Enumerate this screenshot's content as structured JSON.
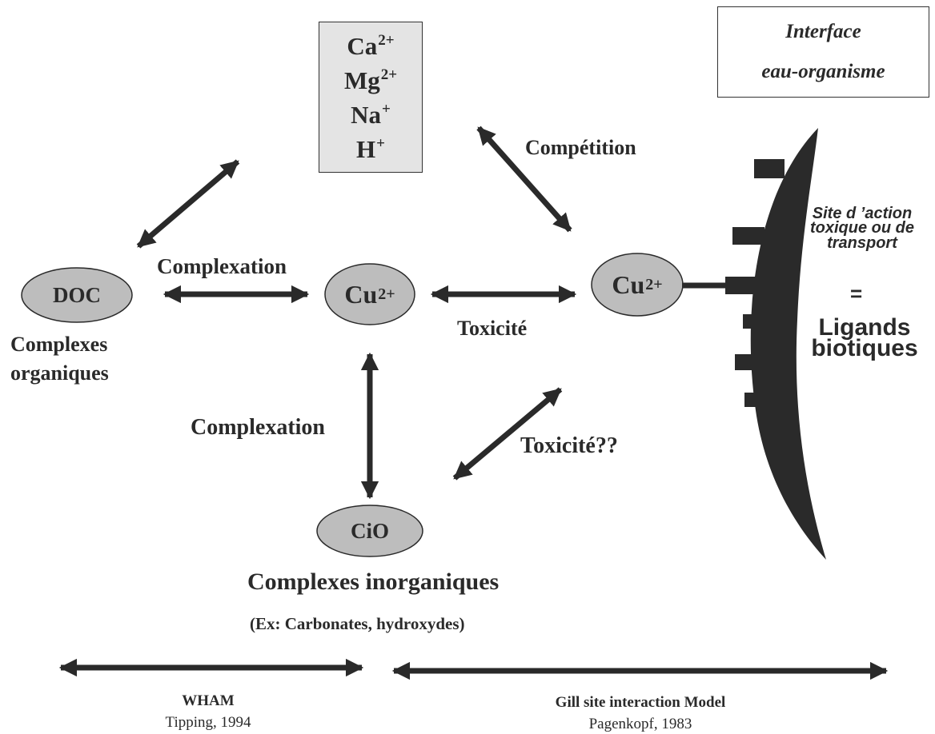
{
  "ions": {
    "ca": {
      "symbol": "Ca",
      "charge": "2+"
    },
    "mg": {
      "symbol": "Mg",
      "charge": "2+"
    },
    "na": {
      "symbol": "Na",
      "charge": "+"
    },
    "h": {
      "symbol": "H",
      "charge": "+"
    }
  },
  "interface": {
    "line1": "Interface",
    "line2": "eau-organisme"
  },
  "labels": {
    "competition": "Compétition",
    "complexation_top": "Complexation",
    "complexation_left": "Complexation",
    "toxicite": "Toxicité",
    "toxicite_q": "Toxicité??"
  },
  "nodes": {
    "doc": "DOC",
    "cu_free": {
      "symbol": "Cu",
      "charge": "2+"
    },
    "cu_bound": {
      "symbol": "Cu",
      "charge": "2+"
    },
    "cio": "CiO"
  },
  "captions": {
    "organic_1": "Complexes",
    "organic_2": "organiques",
    "inorganic": "Complexes inorganiques",
    "inorganic_example": "(Ex: Carbonates, hydroxydes)"
  },
  "site": {
    "line1": "Site d ’action",
    "line2": "toxique ou de",
    "line3": "transport",
    "equals": "=",
    "ligands_1": "Ligands",
    "ligands_2": "biotiques"
  },
  "models": {
    "wham_name": "WHAM",
    "wham_ref": "Tipping, 1994",
    "gill_name": "Gill site interaction Model",
    "gill_ref": "Pagenkopf, 1983"
  },
  "colors": {
    "ink": "#2a2a2a",
    "ellipse_fill": "#bdbdbd",
    "box_fill": "#e4e4e4"
  }
}
